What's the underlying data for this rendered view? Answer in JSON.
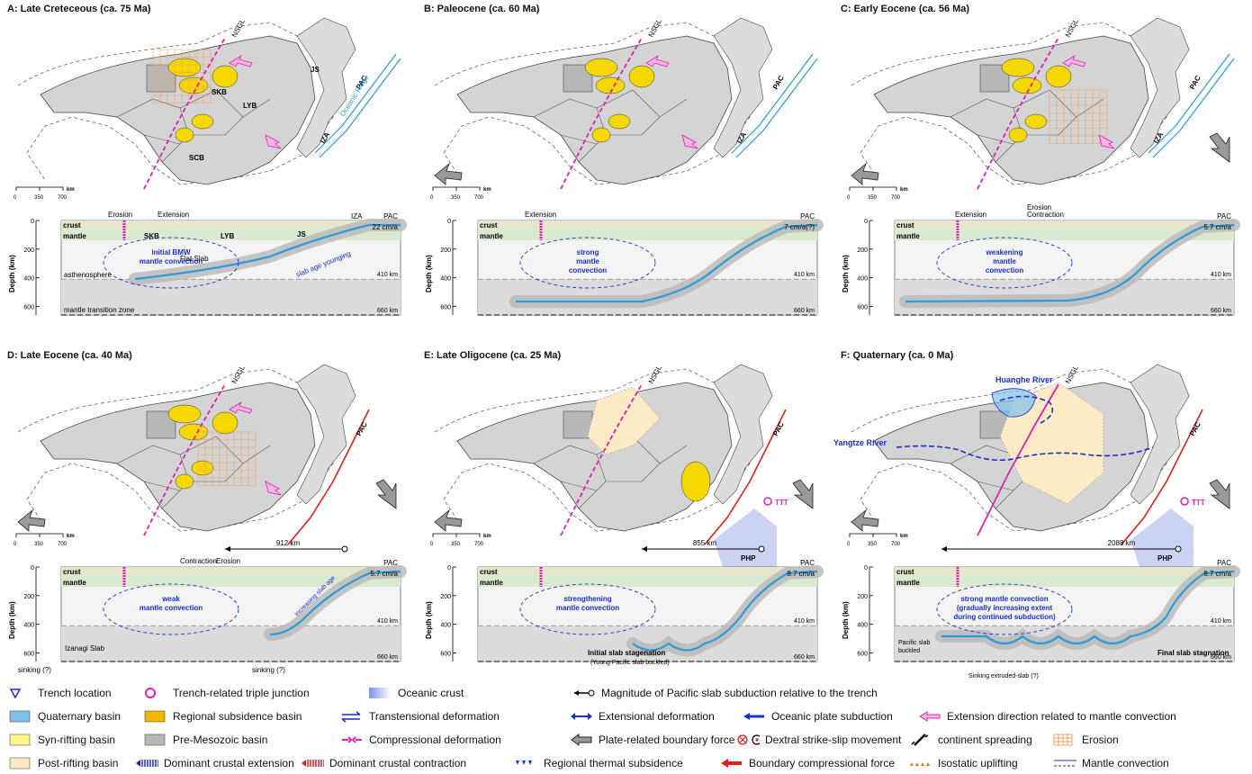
{
  "panels": [
    {
      "title": "A:  Late Creteceous (ca. 75 Ma)",
      "nsgl": "NSGL",
      "labels": {
        "skb": "SKB",
        "lyb": "LYB",
        "scb": "SCB",
        "js": "JS",
        "iza": "IZA",
        "pac": "PAC",
        "ridge": "Oceanic Ridge"
      },
      "xs": {
        "top1": "Erosion",
        "top2": "Extension",
        "crust": "crust",
        "mantle": "mantle",
        "skb": "SKB",
        "lyb": "LYB",
        "js": "JS",
        "iza": "IZA",
        "pac": "PAC",
        "rate": "22 cm/a",
        "conv": [
          "initial BMW",
          "mantle convection"
        ],
        "flat": "Flat Slab",
        "young": "slab age younging",
        "asth": "asthenosphere",
        "mtz": "mantle transition zone",
        "d410": "410 km",
        "d660": "660 km"
      }
    },
    {
      "title": "B:  Paleocene (ca. 60 Ma)",
      "nsgl": "NSGL",
      "labels": {
        "iza": "IZA",
        "pac": "PAC"
      },
      "xs": {
        "top1": "Extension",
        "crust": "crust",
        "mantle": "mantle",
        "pac": "PAC",
        "rate": "7 cm/a(?)",
        "conv": [
          "strong",
          "mantle",
          "convection"
        ],
        "d410": "410 km",
        "d660": "660 km"
      }
    },
    {
      "title": "C:  Early Eocene (ca. 56 Ma)",
      "nsgl": "NSGL",
      "labels": {
        "iza": "IZA",
        "pac": "PAC"
      },
      "xs": {
        "top1": "Extension",
        "top2": "Erosion",
        "top3": "Contraction",
        "crust": "crust",
        "mantle": "mantle",
        "pac": "PAC",
        "rate": "5.7 cm/a",
        "conv": [
          "weakening",
          "mantle",
          "convection"
        ],
        "d410": "410 km",
        "d660": "660 km"
      }
    },
    {
      "title": "D:  Late Eocene (ca. 40 Ma)",
      "nsgl": "NSGL",
      "labels": {
        "pac": "PAC"
      },
      "xs": {
        "dist": "912 km",
        "top1": "Erosion",
        "top2": "Contraction",
        "crust": "crust",
        "mantle": "mantle",
        "pac": "PAC",
        "rate": "5.7 cm/a",
        "conv": [
          "weak",
          "mantle convection"
        ],
        "age": "increasing slab age",
        "iza": "Izanagi Slab",
        "sink1": "sinking (?)",
        "sink2": "sinking (?)",
        "d410": "410 km",
        "d660": "660 km"
      }
    },
    {
      "title": "E:  Late Oligocene (ca. 25 Ma)",
      "nsgl": "NSGL",
      "labels": {
        "pac": "PAC",
        "php": "PHP",
        "ttt": "TTT"
      },
      "xs": {
        "dist": "855 km",
        "crust": "crust",
        "mantle": "mantle",
        "pac": "PAC",
        "rate": "8.7 cm/a",
        "conv": [
          "strengthening",
          "mantle convection"
        ],
        "stag": "Initial slab stagenation",
        "stag2": "(Young Pacific slab buckled)",
        "d410": "410 km",
        "d660": "660 km"
      }
    },
    {
      "title": "F:  Quaternary (ca. 0 Ma)",
      "nsgl": "NSGL",
      "labels": {
        "pac": "PAC",
        "php": "PHP",
        "ttt": "TTT",
        "hh": "Huanghe River",
        "yz": "Yangtze River"
      },
      "xs": {
        "dist": "2088 km",
        "crust": "crust",
        "mantle": "mantle",
        "pac": "PAC",
        "rate": "8.7 cm/a",
        "conv": [
          "strong mantle convection",
          "(gradually increasing extent",
          "during continued subduction)"
        ],
        "buck": [
          "Pacific slab",
          "buckled"
        ],
        "final": "Final slab stagnation",
        "sinkex": "Sinking extruded-slab (?)",
        "d410": "410 km",
        "d660": "660 km"
      }
    }
  ],
  "scale": {
    "t0": "0",
    "t1": "350",
    "t2": "700",
    "unit": "km"
  },
  "depth_axis": {
    "label": "Depth (km)",
    "ticks": [
      "0",
      "200",
      "400",
      "600"
    ]
  },
  "legend": {
    "trench": "Trench location",
    "triple": "Trench-related triple junction",
    "oceanic": "Oceanic crust",
    "magnitude": "Magnitude of Pacific slab subduction relative to the trench",
    "quat": "Quaternary basin",
    "regional": "Regional subsidence basin",
    "transt": "Transtensional deformation",
    "extdef": "Extensional deformation",
    "ocsub": "Oceanic plate subduction",
    "extdir": "Extension direction related to mantle convection",
    "synrift": "Syn-rifting basin",
    "premeso": "Pre-Mesozoic basin",
    "compdef": "Compressional deformation",
    "plateforce": "Plate-related boundary force",
    "dextral": "Dextral strike-slip movement",
    "spread": "continent spreading",
    "erosion": "Erosion",
    "postrift": "Post-rifting basin",
    "domext": "Dominant crustal extension",
    "domcon": "Dominant crustal contraction",
    "thermal": "Regional thermal subsidence",
    "bcf": "Boundary compressional force",
    "iso": "Isostatic uplifting",
    "mconv": "Mantle convection"
  },
  "colors": {
    "land": "#d4d4d4",
    "basin": "#f5d800",
    "nsgl": "#e020b0",
    "slab": "#2a9ad8",
    "blue": "#1a2fd0",
    "red": "#e02020",
    "erosion": "#f4a060"
  }
}
